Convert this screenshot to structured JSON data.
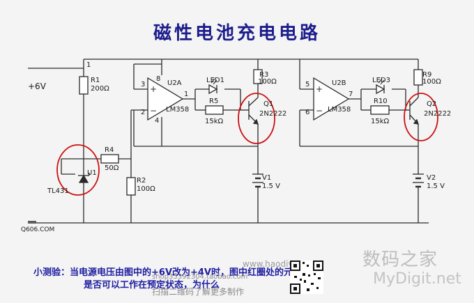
{
  "title": "磁性电池充电电路",
  "supply": {
    "voltage": "+6V",
    "node": "1"
  },
  "resistors": {
    "r1": {
      "name": "R1",
      "value": "200Ω"
    },
    "r2": {
      "name": "R2",
      "value": "100Ω"
    },
    "r3": {
      "name": "R3",
      "value": "100Ω"
    },
    "r4": {
      "name": "R4",
      "value": "50Ω"
    },
    "r5": {
      "name": "R5",
      "value": "15kΩ"
    },
    "r9": {
      "name": "R9",
      "value": "100Ω"
    },
    "r10": {
      "name": "R10",
      "value": "15kΩ"
    }
  },
  "u1": {
    "name": "U1",
    "part": "TL431"
  },
  "u2a": {
    "name": "U2A",
    "part": "LM358",
    "pin3": "3",
    "pin2": "2",
    "pin1": "1",
    "pin8": "8",
    "pin4": "4"
  },
  "u2b": {
    "name": "U2B",
    "part": "LM358",
    "pin5": "5",
    "pin6": "6",
    "pin7": "7"
  },
  "leds": {
    "led1": "LED1",
    "led3": "LED3"
  },
  "transistors": {
    "q1": {
      "name": "Q1",
      "part": "2N2222"
    },
    "q2": {
      "name": "Q2",
      "part": "2N2222"
    }
  },
  "batteries": {
    "v1": {
      "name": "V1",
      "value": "1.5 V"
    },
    "v2": {
      "name": "V2",
      "value": "1.5 V"
    }
  },
  "credit": "Q606.COM",
  "note": {
    "line1": "小测验：当电源电压由图中的+6V改为+4V时，图中红圈处的元件",
    "line2": "是否可以工作在预定状态，为什么"
  },
  "watermarks": {
    "site_cn": "数码之家",
    "site_en": "MyDigit.net",
    "url1": "www.haodiy.net",
    "url2": "shop35392304.taobao.com",
    "url3": "扫描二维码了解更多制作"
  },
  "colors": {
    "wire": "#2a2a2a",
    "title": "#1c1c8c",
    "highlight": "#cc1010",
    "note": "#1c1ca0"
  }
}
